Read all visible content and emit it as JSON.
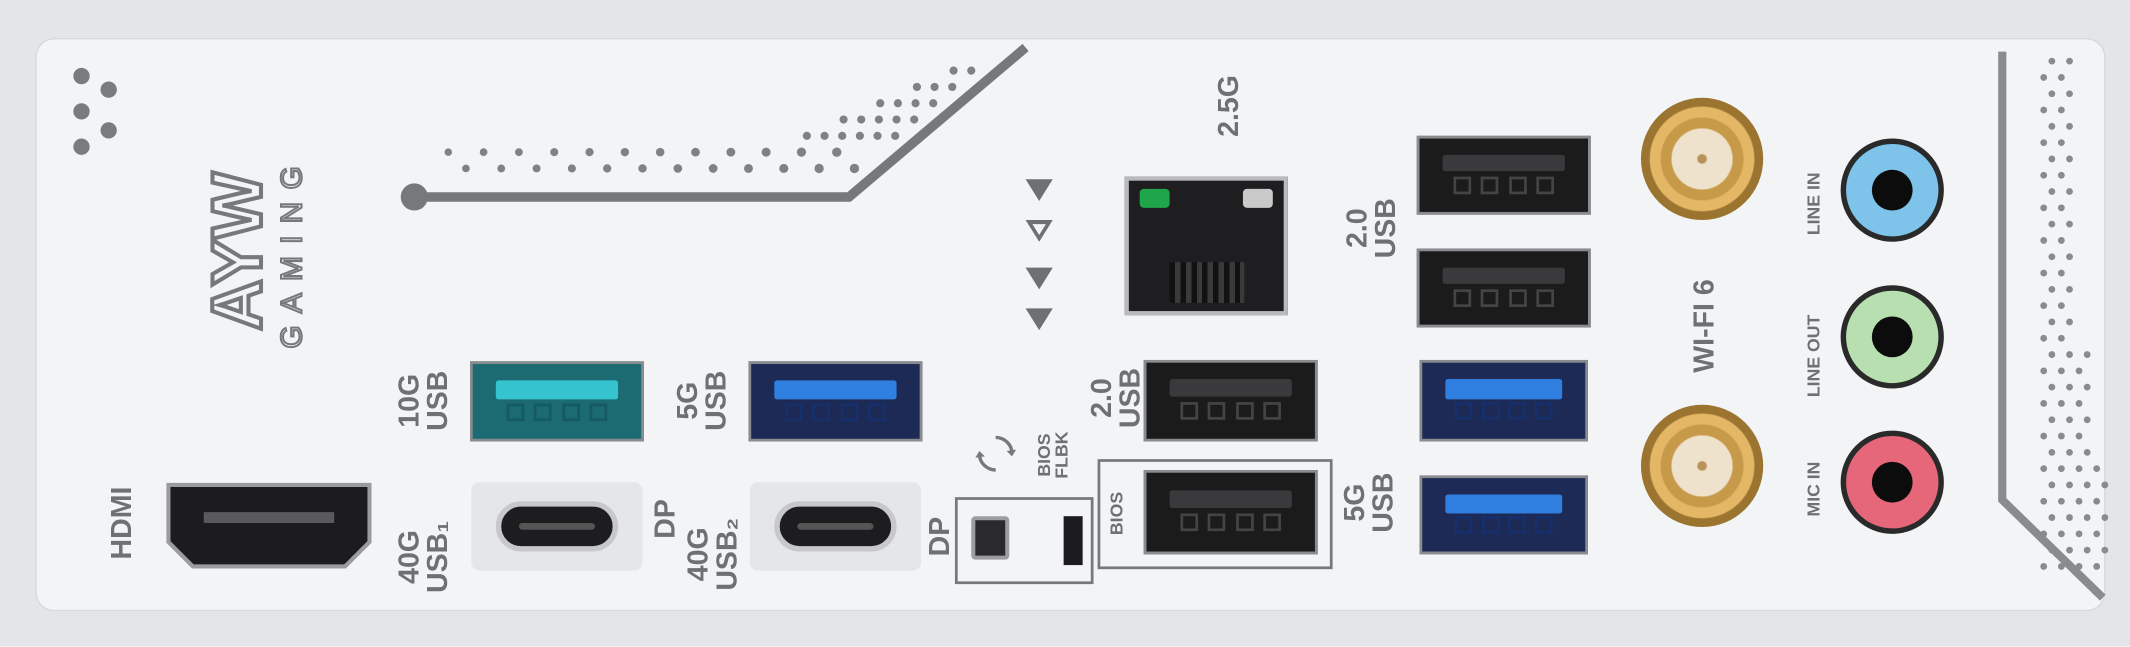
{
  "brand": {
    "logo_line1": "AYW",
    "logo_line2": "GAMING"
  },
  "labels": {
    "lan": "2.5G",
    "usb20_top": "2.0\nUSB",
    "usb5g_right": "5G\nUSB",
    "wifi": "WI-FI 6",
    "line_in": "LINE IN",
    "line_out": "LINE OUT",
    "mic_in": "MIC IN",
    "usb10g": "10G\nUSB",
    "usb5g_left": "5G\nUSB",
    "hdmi": "HDMI",
    "usb40g_1": "40G\nUSB₁",
    "dp1": "DP",
    "usb40g_2": "40G\nUSB₂",
    "dp2": "DP",
    "bios_flbk": "BIOS\nFLBK",
    "usb20_mid": "2.0\nUSB",
    "bios": "BIOS"
  },
  "colors": {
    "plate": "#e4e5e8",
    "panel": "#f3f4f6",
    "print": "#6f7074",
    "usb_10g": "#35c3cf",
    "usb_5g": "#2f7fe0",
    "line_in": "#7ec3ea",
    "line_out": "#b7dfb0",
    "mic_in": "#e6667a",
    "lan_led_left": "#1fa54a",
    "lan_led_right": "#c9c9c9"
  }
}
